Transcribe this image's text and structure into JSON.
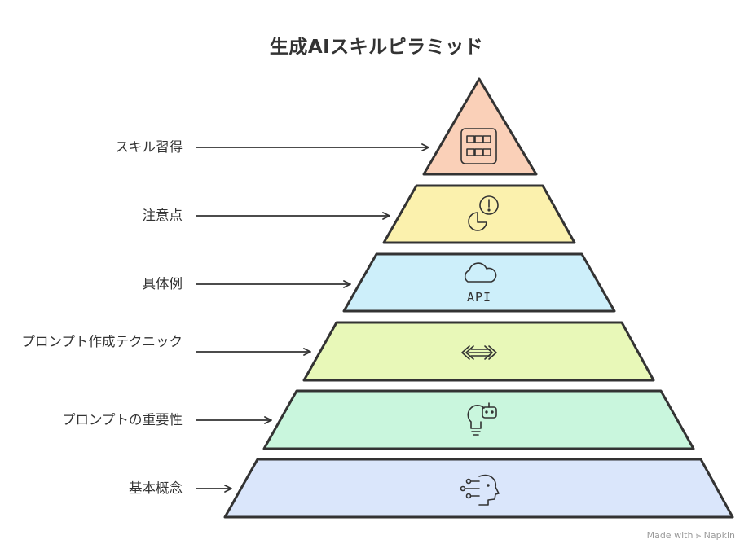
{
  "title": "生成AIスキルピラミッド",
  "levels": [
    {
      "label": "スキル習得",
      "fill": "#f9cbb0",
      "icon": "grid-blocks-icon"
    },
    {
      "label": "注意点",
      "fill": "#fbf0a4",
      "icon": "pie-alert-icon"
    },
    {
      "label": "具体例",
      "fill": "#c8edf9",
      "icon": "cloud-api-icon",
      "icon_text": "API"
    },
    {
      "label": "プロンプト作成テクニック",
      "fill": "#e6f7b0",
      "icon": "double-arrows-icon"
    },
    {
      "label": "プロンプトの重要性",
      "fill": "#c3f5d9",
      "icon": "lightbulb-robot-icon"
    },
    {
      "label": "基本概念",
      "fill": "#d6e3fb",
      "icon": "head-circuit-icon"
    }
  ],
  "watermark": {
    "prefix": "Made with",
    "brand": "Napkin"
  },
  "colors": {
    "outline": "#333333",
    "text": "#333333"
  }
}
